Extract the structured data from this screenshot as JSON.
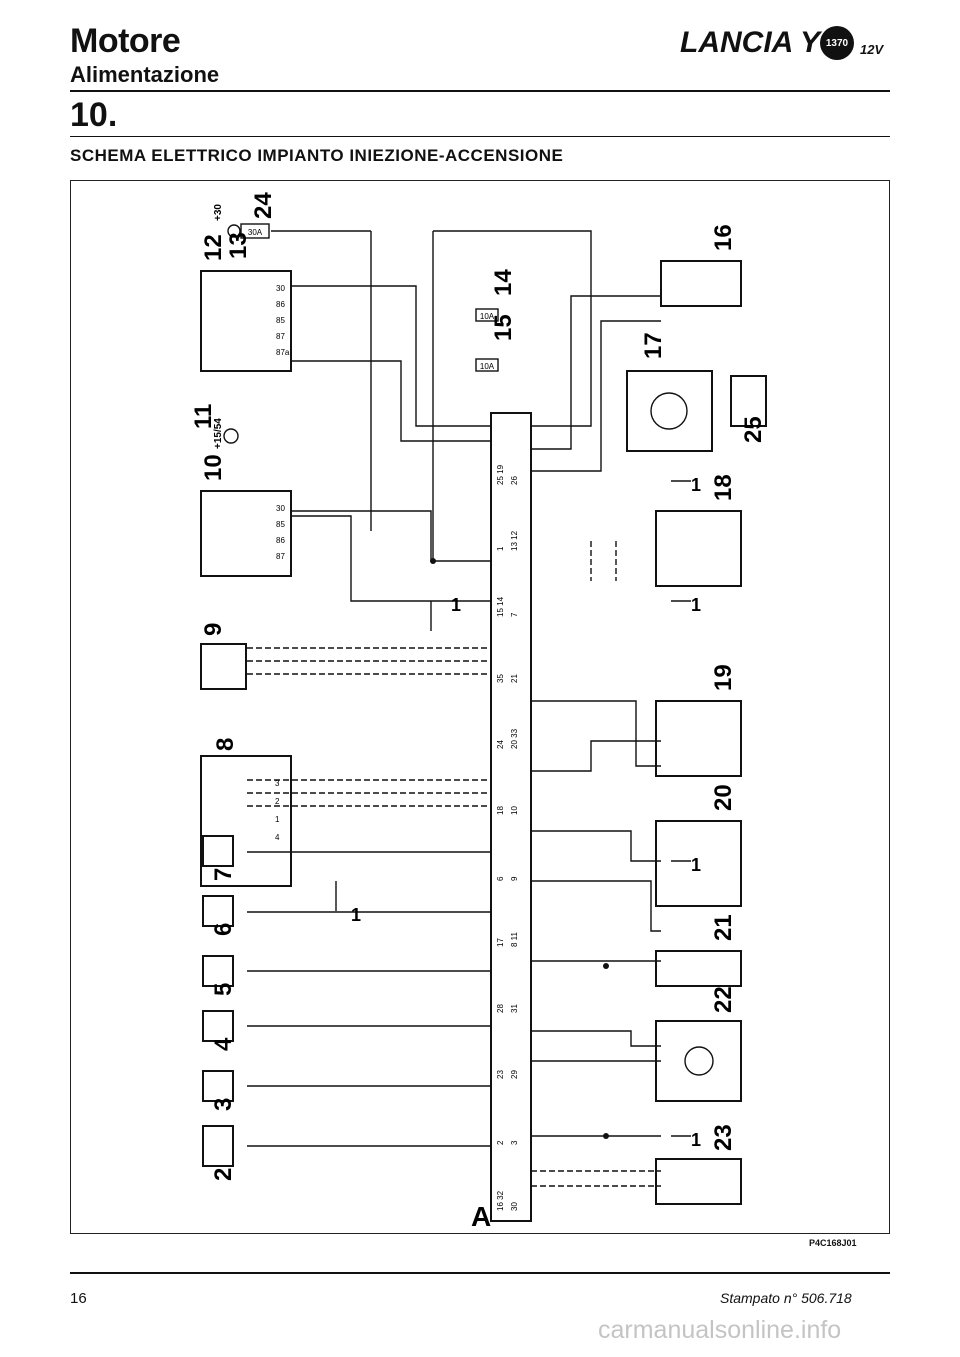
{
  "header": {
    "title": "Motore",
    "subtitle": "Alimentazione",
    "model": "LANCIA Y",
    "badge": "1370",
    "volt": "12V"
  },
  "section": {
    "number": "10.",
    "caption": "SCHEMA ELETTRICO IMPIANTO INIEZIONE-ACCENSIONE"
  },
  "diagram": {
    "code": "P4C168J01",
    "ecu_label": "A",
    "component_numbers": [
      "2",
      "3",
      "4",
      "5",
      "6",
      "7",
      "8",
      "9",
      "10",
      "11",
      "12",
      "13",
      "14",
      "15",
      "16",
      "17",
      "18",
      "19",
      "20",
      "21",
      "22",
      "23",
      "24",
      "25"
    ],
    "ground_label": "1",
    "supply_labels": {
      "battery": "+30",
      "ignition": "+15/54"
    },
    "fuses": [
      "30A",
      "10A",
      "10A"
    ],
    "relay_pins_main": [
      "30",
      "86",
      "85",
      "87",
      "87a"
    ],
    "relay_pins_pump": [
      "30",
      "85",
      "86",
      "87"
    ],
    "coil_pins": [
      "3",
      "2",
      "1",
      "4"
    ],
    "ecu_pins": {
      "row1": [
        "16 32",
        "2",
        "23",
        "28",
        "17",
        "6",
        "18",
        "24",
        "35",
        "15 14",
        "1",
        "25 19"
      ],
      "row2": [
        "30",
        "3",
        "29",
        "31",
        "8 11",
        "9",
        "10",
        "20 33",
        "21",
        "7",
        "13 12",
        "26"
      ]
    }
  },
  "footer": {
    "page": "16",
    "printed": "Stampato n° 506.718"
  },
  "watermark": "carmanualsonline.info"
}
